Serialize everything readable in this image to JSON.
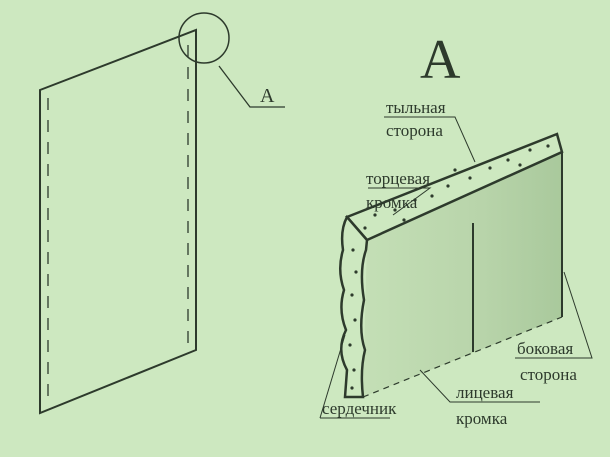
{
  "callout_label": "A",
  "detail_title": "A",
  "labels": {
    "back_side": [
      "тыльная",
      "сторона"
    ],
    "end_edge": [
      "торцевая",
      "кромка"
    ],
    "lateral_side": [
      "боковая",
      "сторона"
    ],
    "core": "сердечник",
    "face_edge": [
      "лицевая",
      "кромка"
    ]
  },
  "colors": {
    "background": "#cde8c0",
    "ink": "#2d3a2c",
    "face_shade": "#b7d3ab"
  }
}
